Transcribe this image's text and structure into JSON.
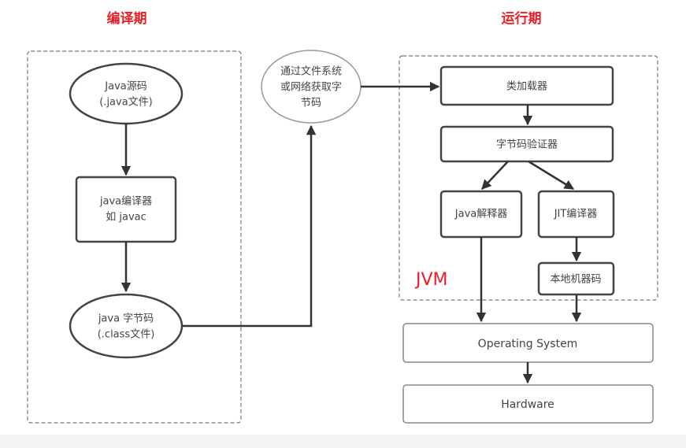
{
  "phases": {
    "compile": "编译期",
    "runtime": "运行期"
  },
  "compile_nodes": {
    "source": [
      "Java源码",
      "(.java文件)"
    ],
    "compiler": [
      "java编译器",
      "如 javac"
    ],
    "bytecode": [
      "java 字节码",
      "(.class文件)"
    ]
  },
  "transfer_node": [
    "通过文件系统",
    "或网络获取字",
    "节码"
  ],
  "jvm": {
    "label": "JVM",
    "class_loader": "类加载器",
    "verifier": "字节码验证器",
    "interpreter": "Java解释器",
    "jit": "JIT编译器",
    "native_code": "本地机器码"
  },
  "platform": {
    "os": "Operating System",
    "hardware": "Hardware"
  },
  "colors": {
    "accent_red": "#ee1c25",
    "stroke_dark": "#3c3c3c",
    "stroke_light": "#888888",
    "dashed": "#777777"
  }
}
